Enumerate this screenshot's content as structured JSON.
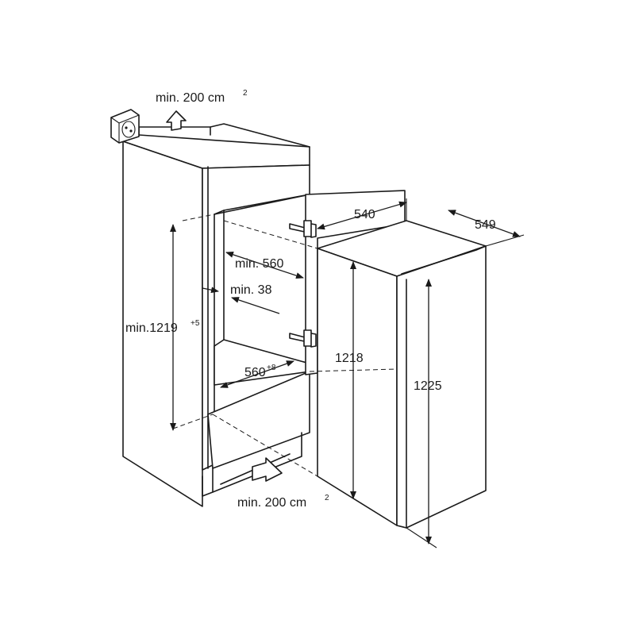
{
  "labels": {
    "vent_top": "min. 200 cm",
    "vent_top_sup": "2",
    "vent_bottom": "min. 200 cm",
    "vent_bottom_sup": "2",
    "width_540": "540",
    "depth_549": "549",
    "depth_min_560": "min. 560",
    "gap_min_38": "min. 38",
    "height_min_1219": "min.1219",
    "height_min_1219_sup": "+5",
    "width_560": "560",
    "width_560_sup": "+8",
    "height_1218": "1218",
    "height_1225": "1225"
  },
  "colors": {
    "line": "#1a1a1a",
    "background": "#ffffff"
  },
  "icons": [
    "power-socket-icon",
    "airflow-up-arrow-icon",
    "airflow-in-arrow-icon",
    "door-hinge-icon"
  ]
}
